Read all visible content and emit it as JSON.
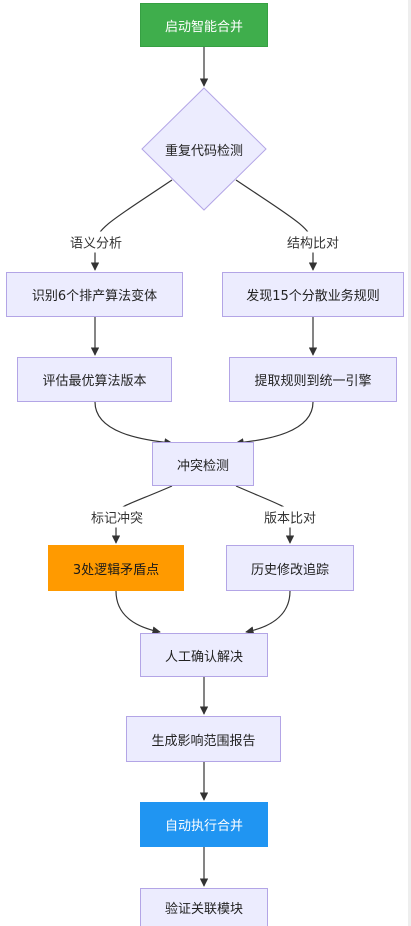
{
  "nodes": {
    "start": "启动智能合并",
    "detect": "重复代码检测",
    "found_sort": "识别6个排产算法变体",
    "found_rules": "发现15个分散业务规则",
    "eval_best": "评估最优算法版本",
    "extract_rules": "提取规则到统一引擎",
    "conflict": "冲突检测",
    "logic_conflict": "3处逻辑矛盾点",
    "history": "历史修改追踪",
    "manual": "人工确认解决",
    "report": "生成影响范围报告",
    "auto_merge": "自动执行合并",
    "verify": "验证关联模块"
  },
  "edge_labels": {
    "semantic": "语义分析",
    "structure": "结构比对",
    "mark_conflict": "标记冲突",
    "version_compare": "版本比对"
  },
  "colors": {
    "default_fill": "#ececfe",
    "default_stroke": "#b3a5e6",
    "start_fill": "#3fae4c",
    "warn_fill": "#ff9a00",
    "run_fill": "#2095f2",
    "edge": "#333333"
  }
}
